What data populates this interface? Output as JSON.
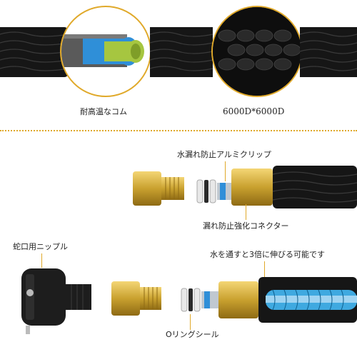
{
  "top": {
    "left_caption": "耐高温なコム",
    "right_caption": "6000D*6000D"
  },
  "callouts": {
    "aluminum_clip": "水漏れ防止アルミクリップ",
    "connector": "漏れ防止強化コネクター",
    "faucet_nipple": "蛇口用ニップル",
    "expand": "水を通すと3倍に伸びる可能です",
    "o_ring": "Oリングシール"
  },
  "colors": {
    "accent": "#e0a92a",
    "brass": "#c9a12f",
    "hose": "#1a1a1a",
    "water": "#3fa9e0"
  }
}
